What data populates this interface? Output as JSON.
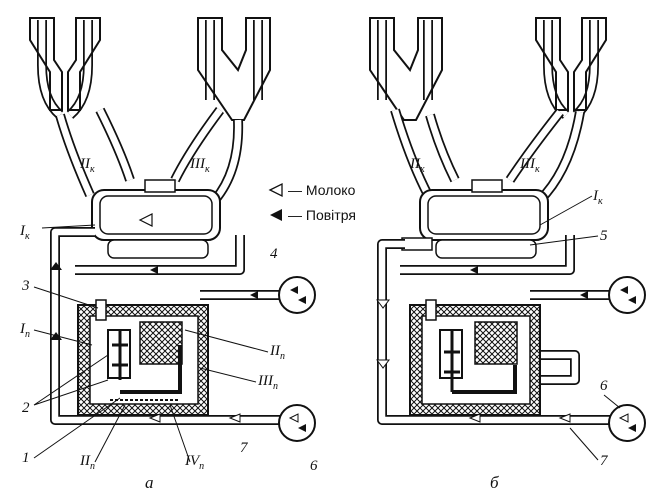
{
  "legend": {
    "milk_label": "— Молоко",
    "air_label": "— Повітря",
    "milk_icon": "hollow-triangle-arrow",
    "air_icon": "filled-triangle-arrow"
  },
  "panel_a": {
    "caption": "а",
    "labels": {
      "I_k": "I",
      "I_k_sub": "к",
      "II_k": "II",
      "II_k_sub": "к",
      "III_k": "III",
      "III_k_sub": "к",
      "I_p": "I",
      "I_p_sub": "п",
      "II_p_right": "II",
      "II_p_right_sub": "п",
      "III_p": "III",
      "III_p_sub": "п",
      "II_p_bottom": "II",
      "II_p_bottom_sub": "п",
      "IV_p": "IV",
      "IV_p_sub": "п",
      "n1": "1",
      "n2": "2",
      "n3": "3",
      "n4": "4",
      "n6": "6",
      "n7": "7"
    }
  },
  "panel_b": {
    "caption": "б",
    "labels": {
      "II_k": "II",
      "II_k_sub": "к",
      "III_k": "III",
      "III_k_sub": "к",
      "I_k": "I",
      "I_k_sub": "к",
      "n5": "5",
      "n6": "6",
      "n7": "7"
    }
  }
}
